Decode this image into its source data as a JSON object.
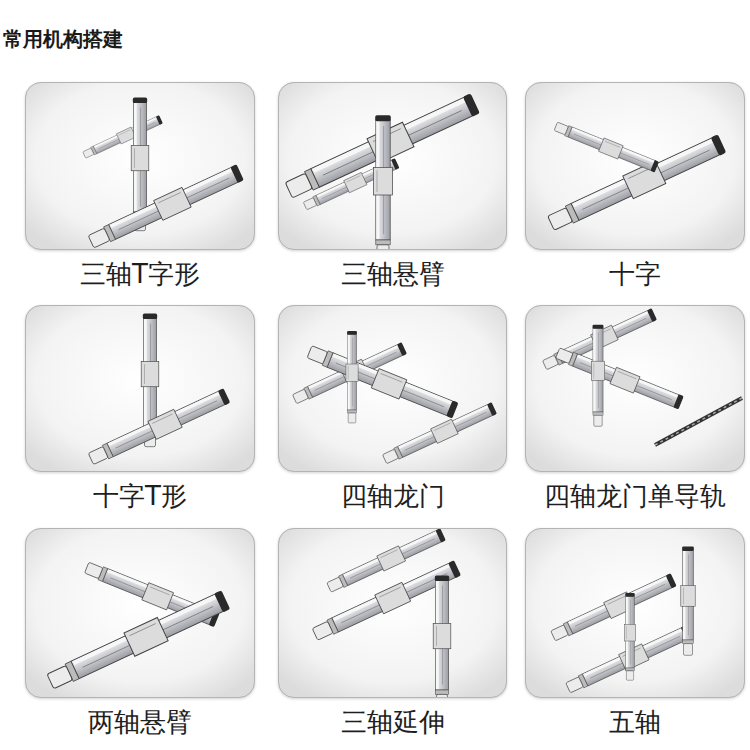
{
  "diagram": {
    "title": "常用机构搭建",
    "nodes": [
      {
        "text": [
          "三轴T字形"
        ]
      },
      {
        "text": [
          "三轴悬臂"
        ]
      },
      {
        "text": [
          "十字"
        ]
      },
      {
        "text": [
          "十字T形"
        ]
      },
      {
        "text": [
          "四轴龙门"
        ]
      },
      {
        "text": [
          "四轴龙门单导轨"
        ]
      },
      {
        "text": [
          "两轴悬臂"
        ]
      },
      {
        "text": [
          "三轴延伸"
        ]
      },
      {
        "text": [
          "五轴"
        ]
      }
    ]
  }
}
